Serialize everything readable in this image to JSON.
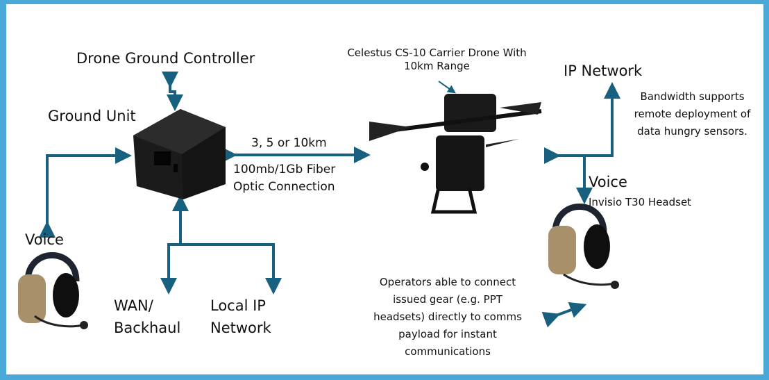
{
  "diagram": {
    "title_controller": "Drone Ground Controller",
    "ground_unit": "Ground Unit",
    "drone_label_line1": "Celestus CS-10 Carrier Drone With",
    "drone_label_line2": "10km Range",
    "ip_network": "IP Network",
    "bandwidth_line1": "Bandwidth supports",
    "bandwidth_line2": "remote deployment of",
    "bandwidth_line3": "data hungry sensors.",
    "fiber_range": "3, 5 or 10km",
    "fiber_line1": "100mb/1Gb Fiber",
    "fiber_line2": "Optic Connection",
    "voice_left": "Voice",
    "voice_right": "Voice",
    "headset_right": "Invisio T30 Headset",
    "wan_line1": "WAN/",
    "wan_line2": "Backhaul",
    "local_line1": "Local IP",
    "local_line2": "Network",
    "operators_line1": "Operators able to connect",
    "operators_line2": "issued gear (e.g. PPT",
    "operators_line3": "headsets) directly to comms",
    "operators_line4": "payload for instant",
    "operators_line5": "communications"
  },
  "colors": {
    "border": "#4aa8d8",
    "arrow": "#17607f",
    "headset_tan": "#a8916a"
  }
}
